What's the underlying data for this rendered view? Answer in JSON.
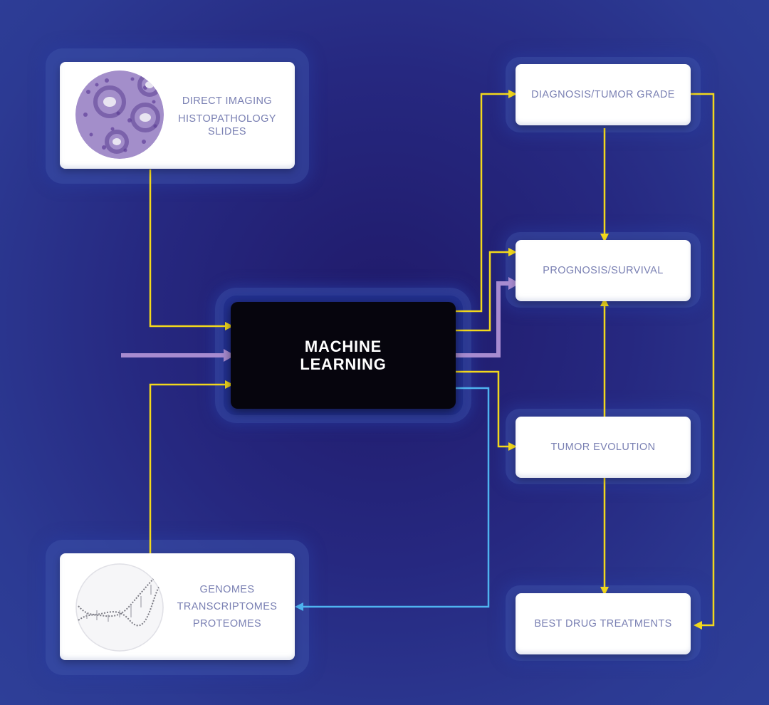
{
  "colors": {
    "background": "#28318a",
    "yellow_arrow": "#f2d81c",
    "blue_arrow": "#4fb3f0",
    "purple_arrow": "#a78bd0",
    "pink_line": "#d94fa9",
    "card_text": "#7a80b3",
    "ml_box": "#06050d"
  },
  "center": {
    "title_line1": "MACHINE",
    "title_line2": "LEARNING"
  },
  "inputs": {
    "imaging": {
      "line1": "DIRECT IMAGING",
      "line2": "HISTOPATHOLOGY",
      "line3": "SLIDES",
      "image_icon": "histology-slide-image"
    },
    "omics": {
      "line1": "GENOMES",
      "line2": "TRANSCRIPTOMES",
      "line3": "PROTEOMES",
      "image_icon": "dna-helix-image"
    }
  },
  "outputs": {
    "diagnosis": "DIAGNOSIS/TUMOR GRADE",
    "prognosis": "PROGNOSIS/SURVIVAL",
    "evolution": "TUMOR EVOLUTION",
    "drugs": "BEST DRUG TREATMENTS"
  }
}
